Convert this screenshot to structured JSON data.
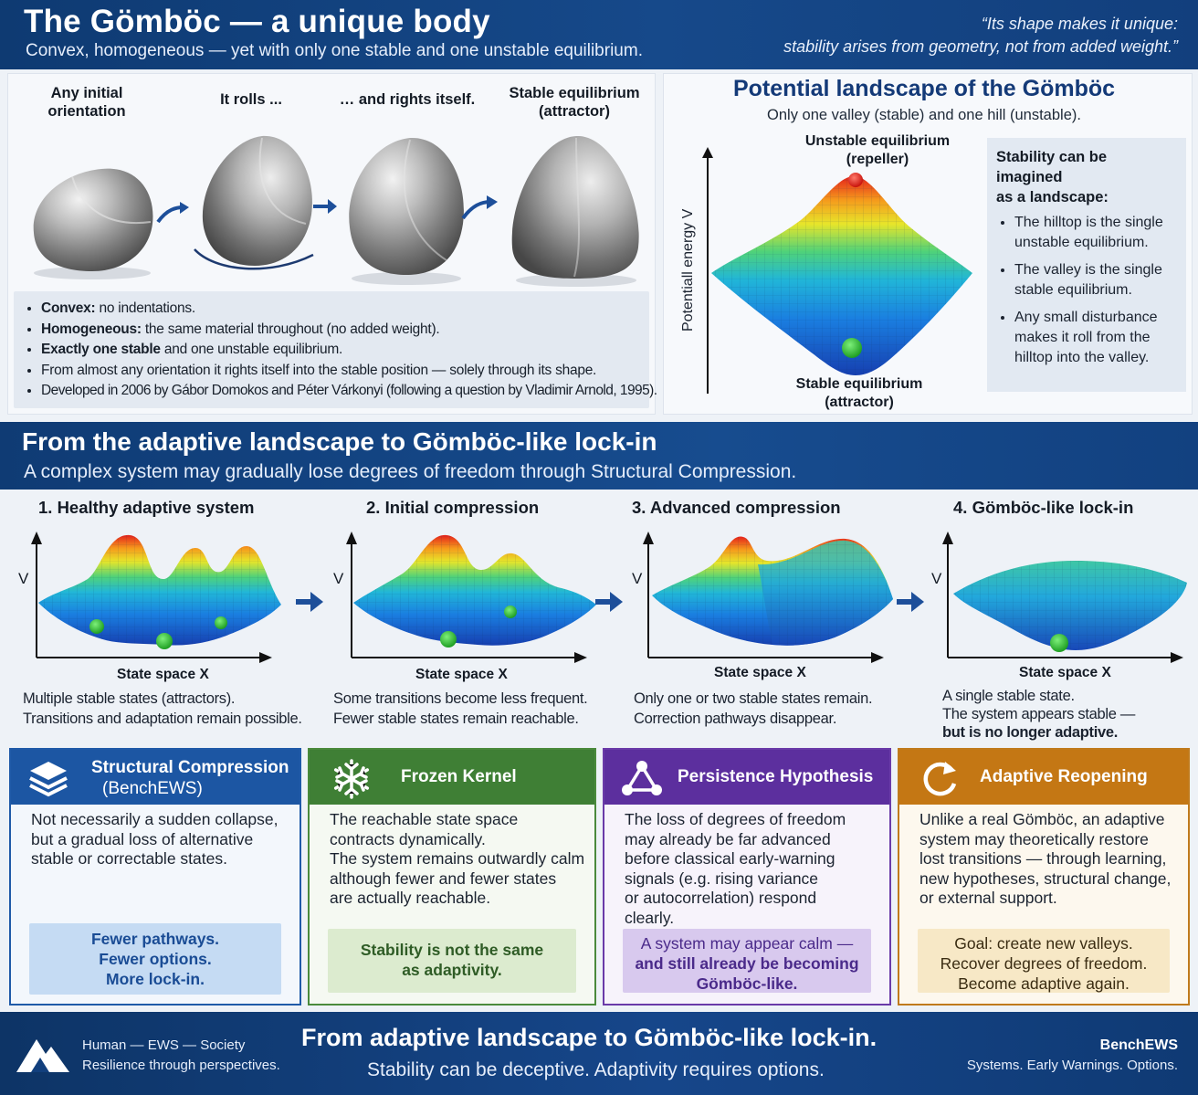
{
  "header": {
    "title": "The Gömböc — a unique body",
    "subtitle": "Convex, homogeneous — yet with only one stable and one unstable equilibrium.",
    "quote_line1": "“Its shape makes it unique:",
    "quote_line2": "stability arises from geometry, not from added weight.”"
  },
  "gomboc_panel": {
    "stages": [
      {
        "line1": "Any initial",
        "line2": "orientation"
      },
      {
        "line1": "It rolls ...",
        "line2": ""
      },
      {
        "line1": "… and rights itself.",
        "line2": ""
      },
      {
        "line1": "Stable equilibrium",
        "line2": "(attractor)"
      }
    ],
    "facts": [
      {
        "bold": "Convex:",
        "text": " no indentations."
      },
      {
        "bold": "Homogeneous:",
        "text": " the same material throughout (no added weight)."
      },
      {
        "bold": "Exactly one stable",
        "text": " and one unstable equilibrium."
      },
      {
        "bold": "",
        "text": "From almost any orientation it rights itself into the stable position — solely through its shape."
      },
      {
        "bold": "",
        "text": "Developed in 2006 by Gábor Domokos and Péter Várkonyi (following a question by Vladimir Arnold, 1995)."
      }
    ]
  },
  "landscape_panel": {
    "title": "Potential landscape of the Gömböc",
    "subtitle": "Only one valley (stable) and one hill (unstable).",
    "unstable_line1": "Unstable equilibrium",
    "unstable_line2": "(repeller)",
    "stable_line1": "Stable equilibrium",
    "stable_line2": "(attractor)",
    "y_axis": "Potentiall energy V",
    "box_title_line1": "Stability can be imagined",
    "box_title_line2": "as a landscape:",
    "box_items": [
      "The hilltop is the single unstable equilibrium.",
      "The valley is the single stable equilibrium.",
      "Any small disturbance makes it roll from the hilltop into the valley."
    ]
  },
  "middle": {
    "title": "From the adaptive landscape to Gömböc-like lock-in",
    "subtitle": "A complex system may gradually lose degrees of freedom through Structural Compression."
  },
  "stages": [
    {
      "title": "1. Healthy adaptive system",
      "v": "V",
      "x": "State space X",
      "desc1": "Multiple stable states (attractors).",
      "desc2": "Transitions and adaptation remain possible.",
      "desc2_bold": false
    },
    {
      "title": "2. Initial compression",
      "v": "V",
      "x": "State space X",
      "desc1": "Some transitions become less frequent.",
      "desc2": "Fewer stable states remain reachable.",
      "desc2_bold": false
    },
    {
      "title": "3. Advanced compression",
      "v": "V",
      "x": "State space X",
      "desc1": "Only one or two stable states remain.",
      "desc2": "Correction pathways disappear.",
      "desc2_bold": false
    },
    {
      "title": "4. Gömböc-like lock-in",
      "v": "V",
      "x": "State space X",
      "desc1": "A single stable state.",
      "desc2": "The system appears stable —",
      "desc3": "but is no longer adaptive."
    }
  ],
  "cards": [
    {
      "title_line1": "Structural Compression",
      "title_line2": "(BenchEWS)",
      "icon": "layers-icon",
      "body": [
        "Not necessarily a sudden collapse,",
        "but a gradual loss of alternative",
        "stable or correctable states."
      ],
      "box": [
        "Fewer pathways.",
        "Fewer options.",
        "More lock-in."
      ]
    },
    {
      "title_line1": "Frozen Kernel",
      "title_line2": "",
      "icon": "snowflake-icon",
      "body": [
        "The reachable state space",
        "contracts dynamically.",
        "The system remains outwardly calm",
        "although fewer and fewer states",
        "are actually reachable."
      ],
      "box": [
        "Stability is not the same",
        "as adaptivity."
      ]
    },
    {
      "title_line1": "Persistence Hypothesis",
      "title_line2": "",
      "icon": "network-icon",
      "body": [
        "The loss of degrees of freedom",
        "may already be far advanced",
        "before classical early-warning",
        "signals (e.g. rising variance",
        "or autocorrelation) respond",
        "clearly."
      ],
      "box_normal": "A system may appear calm —",
      "box": [
        "and still already be becoming",
        "Gömböc-like."
      ]
    },
    {
      "title_line1": "Adaptive Reopening",
      "title_line2": "",
      "icon": "refresh-icon",
      "body": [
        "Unlike a real Gömböc, an adaptive",
        "system may theoretically restore",
        "lost transitions — through learning,",
        "new hypotheses, structural change,",
        "or external support."
      ],
      "box": [
        "Goal: create new valleys.",
        "Recover degrees of freedom.",
        "Become adaptive again."
      ]
    }
  ],
  "footer": {
    "left_line1": "Human — EWS — Society",
    "left_line2": "Resilience through perspectives.",
    "main_title": "From adaptive landscape to Gömböc-like lock-in.",
    "main_sub": "Stability can be deceptive. Adaptivity requires options.",
    "right_line1": "BenchEWS",
    "right_line2": "Systems. Early Warnings. Options."
  },
  "colors": {
    "brand_blue": "#16498a",
    "card_blue": "#1c56a3",
    "card_green": "#3f7f35",
    "card_purple": "#5c2f9e",
    "card_orange": "#c47714",
    "stable_point": "#2fbf2f",
    "unstable_point": "#e0201a"
  }
}
